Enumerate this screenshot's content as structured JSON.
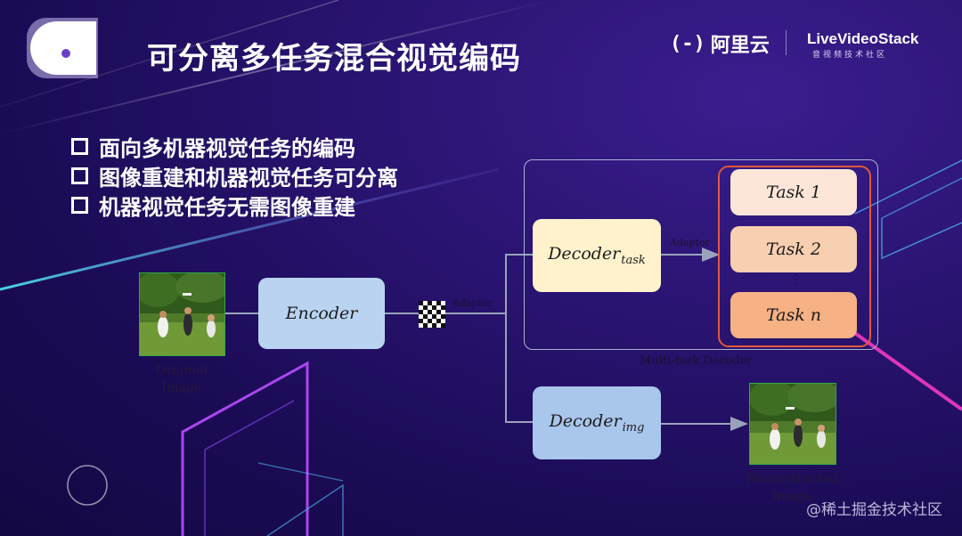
{
  "title": "可分离多任务混合视觉编码",
  "brand": {
    "alibaba_bracket": "(-)",
    "alibaba_name": "阿里云",
    "livevideostack": "LiveVideoStack",
    "livevideostack_sub": "音视频技术社区"
  },
  "bullets": [
    "面向多机器视觉任务的编码",
    "图像重建和机器视觉任务可分离",
    "机器视觉任务无需图像重建"
  ],
  "diagram": {
    "original_caption_line1": "Original",
    "original_caption_line2": "Image",
    "encoder": "Encoder",
    "adaptor_1": "Adaptor",
    "adaptor_2": "Adaptor",
    "decoder_task_main": "Decoder",
    "decoder_task_sub": "task",
    "decoder_img_main": "Decoder",
    "decoder_img_sub": "img",
    "task1": "Task 1",
    "task2": "Task 2",
    "taskn": "Task n",
    "ellipsis": "⋮",
    "multitask_label": "Multi-task Decoder",
    "recon_caption_line1": "Reconstructed",
    "recon_caption_line2": "Image"
  },
  "watermark": "@稀土掘金技术社区",
  "colors": {
    "background": "#1b0b55",
    "encoder": "#b9d3f0",
    "decoder_task": "#fff2cc",
    "decoder_img": "#a9c6ec",
    "task1": "#fde6d8",
    "task2": "#f9cfb1",
    "taskn": "#f6b185",
    "task_frame": "#e1583a"
  }
}
